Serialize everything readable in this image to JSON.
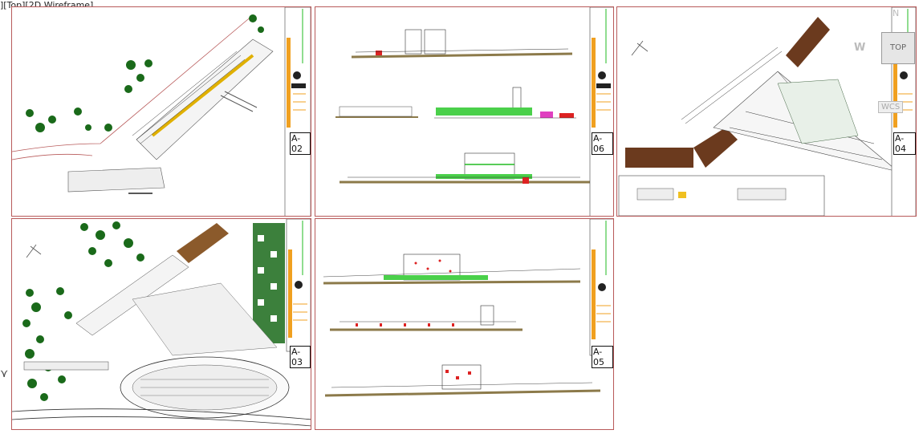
{
  "viewport": {
    "label": "][Top][2D Wireframe]"
  },
  "sheets": [
    {
      "id": "A-02"
    },
    {
      "id": "A-06"
    },
    {
      "id": "A-04"
    },
    {
      "id": "A-03"
    },
    {
      "id": "A-05"
    }
  ],
  "navigation": {
    "viewcube_label": "TOP",
    "compass_west": "W",
    "compass_north": "N",
    "wcs_label": "WCS"
  },
  "colors": {
    "border": "#b85a5a",
    "trees": "#1a6a1a",
    "hatch": "#6b3a1e",
    "orange": "#f0a020",
    "green_line": "#22bb22",
    "ground": "#8c7a4a"
  }
}
